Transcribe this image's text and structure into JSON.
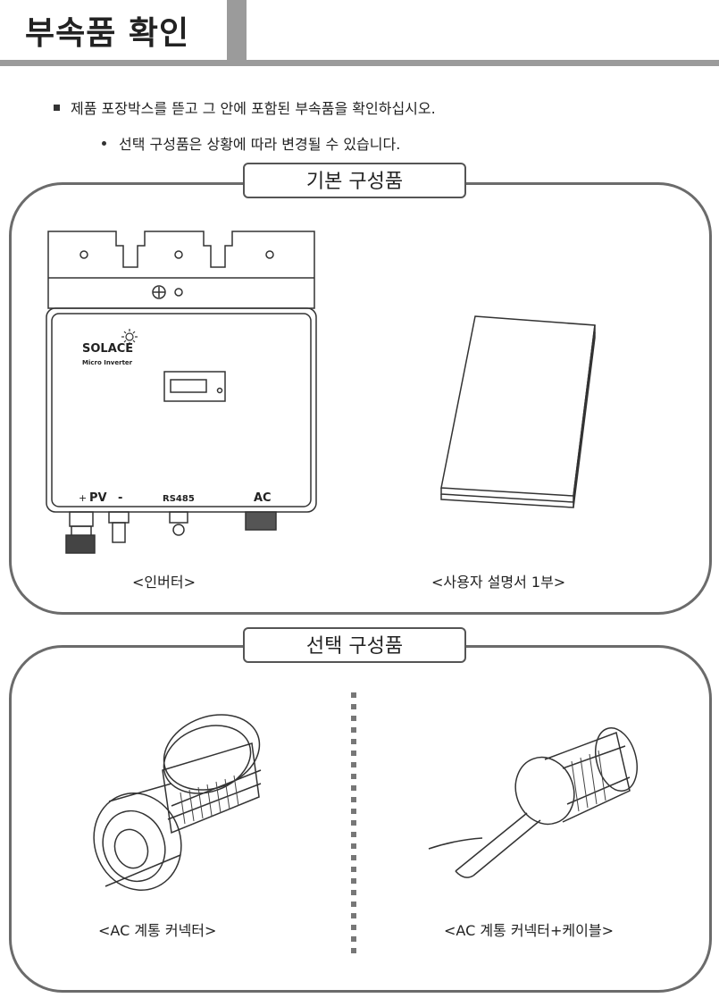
{
  "header": {
    "title": "부속품 확인"
  },
  "intro": {
    "bullet": "제품 포장박스를 뜯고 그 안에 포함된 부속품을 확인하십시오.",
    "note": "선택 구성품은 상황에 따라 변경될 수 있습니다."
  },
  "basic": {
    "label": "기본 구성품",
    "inverter": {
      "caption": "<인버터>",
      "brand": "SOLACE",
      "model": "Micro Inverter",
      "port_plus": "+",
      "port_pv": "PV",
      "port_minus": "-",
      "port_rs485": "RS485",
      "port_ac": "AC"
    },
    "manual": {
      "caption": "<사용자 설명서 1부>"
    }
  },
  "optional": {
    "label": "선택 구성품",
    "ac_connector": {
      "caption": "<AC 계통 커넥터>"
    },
    "ac_connector_cable": {
      "caption": "<AC 계통 커넥터+케이블>"
    }
  }
}
